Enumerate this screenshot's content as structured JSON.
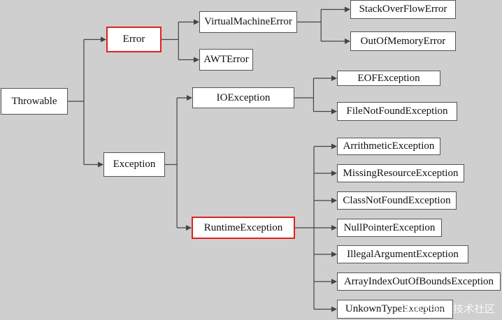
{
  "diagram": {
    "nodes": [
      {
        "id": "throwable",
        "label": "Throwable",
        "highlight": false
      },
      {
        "id": "error",
        "label": "Error",
        "highlight": true
      },
      {
        "id": "exception",
        "label": "Exception",
        "highlight": false
      },
      {
        "id": "virtualmachineerror",
        "label": "VirtualMachineError",
        "highlight": false
      },
      {
        "id": "awterror",
        "label": "AWTError",
        "highlight": false
      },
      {
        "id": "stackoverflowerror",
        "label": "StackOverFlowError",
        "highlight": false
      },
      {
        "id": "outofmemoryerror",
        "label": "OutOfMemoryError",
        "highlight": false
      },
      {
        "id": "ioexception",
        "label": "IOException",
        "highlight": false
      },
      {
        "id": "runtimeexception",
        "label": "RuntimeException",
        "highlight": true
      },
      {
        "id": "eofexception",
        "label": "EOFException",
        "highlight": false
      },
      {
        "id": "filenotfoundexception",
        "label": "FileNotFoundException",
        "highlight": false
      },
      {
        "id": "arrithmeticexception",
        "label": "ArrithmeticException",
        "highlight": false
      },
      {
        "id": "missingresourceexception",
        "label": "MissingResourceException",
        "highlight": false
      },
      {
        "id": "classnotfoundexception",
        "label": "ClassNotFoundException",
        "highlight": false
      },
      {
        "id": "nullpointerexception",
        "label": "NullPointerException",
        "highlight": false
      },
      {
        "id": "illegalargumentexception",
        "label": "IllegalArgumentException",
        "highlight": false
      },
      {
        "id": "arrayindexoutofboundsexception",
        "label": "ArrayIndexOutOfBoundsException",
        "highlight": false
      },
      {
        "id": "unkowntypeexception",
        "label": "UnkownTypeException",
        "highlight": false
      }
    ],
    "edges": [
      {
        "from": "throwable",
        "to": "error"
      },
      {
        "from": "throwable",
        "to": "exception"
      },
      {
        "from": "error",
        "to": "virtualmachineerror"
      },
      {
        "from": "error",
        "to": "awterror"
      },
      {
        "from": "virtualmachineerror",
        "to": "stackoverflowerror"
      },
      {
        "from": "virtualmachineerror",
        "to": "outofmemoryerror"
      },
      {
        "from": "exception",
        "to": "ioexception"
      },
      {
        "from": "exception",
        "to": "runtimeexception"
      },
      {
        "from": "ioexception",
        "to": "eofexception"
      },
      {
        "from": "ioexception",
        "to": "filenotfoundexception"
      },
      {
        "from": "runtimeexception",
        "to": "arrithmeticexception"
      },
      {
        "from": "runtimeexception",
        "to": "missingresourceexception"
      },
      {
        "from": "runtimeexception",
        "to": "classnotfoundexception"
      },
      {
        "from": "runtimeexception",
        "to": "nullpointerexception"
      },
      {
        "from": "runtimeexception",
        "to": "illegalargumentexception"
      },
      {
        "from": "runtimeexception",
        "to": "arrayindexoutofboundsexception"
      },
      {
        "from": "runtimeexception",
        "to": "unkowntypeexception"
      }
    ],
    "colors": {
      "background": "#cfcfcf",
      "box": "#ffffff",
      "line": "#444444",
      "highlight": "#e02020"
    }
  },
  "watermark": "@稀土掘金技术社区"
}
